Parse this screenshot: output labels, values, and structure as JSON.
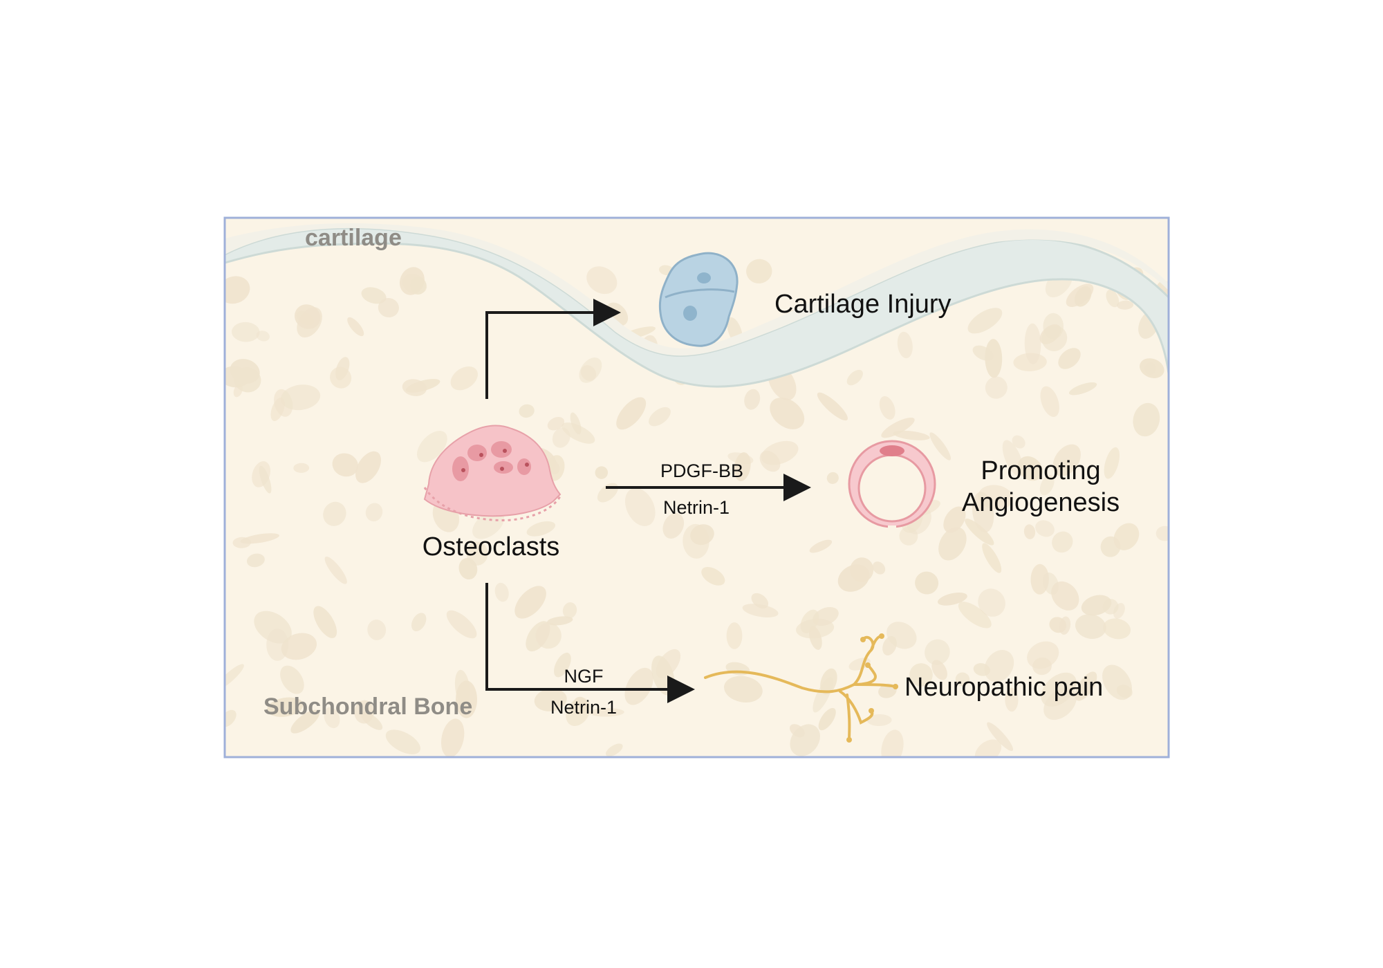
{
  "regions": {
    "cartilage": "cartilage",
    "subchondral_bone": "Subchondral Bone"
  },
  "cells": {
    "osteoclasts": "Osteoclasts"
  },
  "outcomes": {
    "cartilage_injury": "Cartilage Injury",
    "angiogenesis_line1": "Promoting",
    "angiogenesis_line2": "Angiogenesis",
    "neuropathic_pain": "Neuropathic pain"
  },
  "arrows": {
    "angiogenesis_factor_1": "PDGF-BB",
    "angiogenesis_factor_2": "Netrin-1",
    "pain_factor_1": "NGF",
    "pain_factor_2": "Netrin-1"
  },
  "colors": {
    "frame_border": "#9fb0d9",
    "bone_background": "#fbf4e6",
    "bone_pores": "#efe3cd",
    "cartilage_band": "#e3ebe8",
    "chondrocyte": "#b9d3e3",
    "osteoclast": "#f6c3c8",
    "vessel": "#e79aa2",
    "nerve": "#e5b95a",
    "arrow": "#1a1a1a"
  }
}
